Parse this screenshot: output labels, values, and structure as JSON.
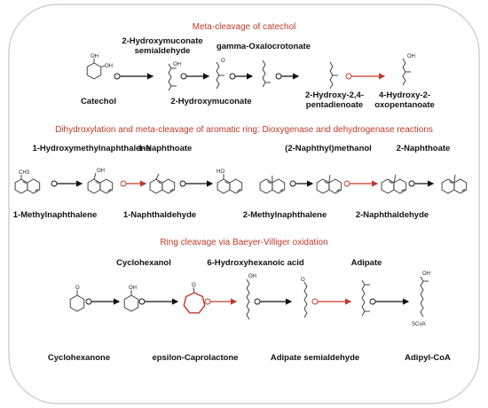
{
  "sections": [
    {
      "title": "Meta-cleavage of catechol",
      "labels": [
        "2-Hydroxymuconate semialdehyde",
        "gamma-Oxalocrotonate",
        "Catechol",
        "2-Hydroxymuconate",
        "2-Hydroxy-2,4-pentadienoate",
        "4-Hydroxy-2-oxopentanoate"
      ]
    },
    {
      "title": "Dihydroxylation and meta-cleavage of aromatic ring: Dioxygenase and dehydrogenase reactions",
      "labels": [
        "1-Hydroxymethylnaphthalene",
        "1-Naphthoate",
        "(2-Naphthyl)methanol",
        "2-Naphthoate",
        "1-Methylnaphthalene",
        "1-Naphthaldehyde",
        "2-Methylnaphthalene",
        "2-Naphthaldehyde"
      ]
    },
    {
      "title": "Ring cleavage via Baeyer-Villiger oxidation",
      "labels": [
        "Cyclohexanol",
        "6-Hydroxyhexanoic acid",
        "Adipate",
        "Cyclohexanone",
        "epsilon-Caprolactone",
        "Adipate semialdehyde",
        "Adipyl-CoA"
      ]
    }
  ],
  "atoms": {
    "oh": "OH",
    "o": "O",
    "ch3": "CH3",
    "ho": "HO",
    "scoa": "SCoA"
  },
  "colors": {
    "title": "#c0392b",
    "black_arrow": "#111111",
    "red_arrow": "#c0392b",
    "border": "#d0d0d0"
  }
}
